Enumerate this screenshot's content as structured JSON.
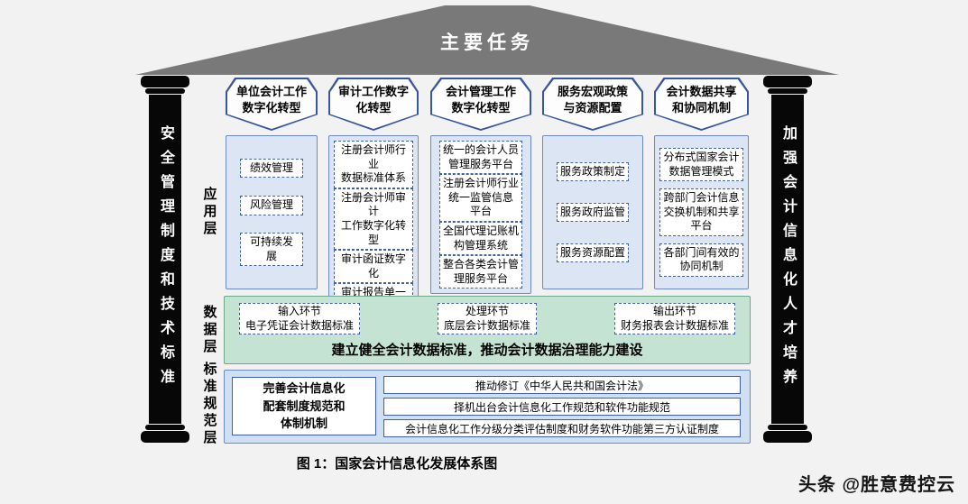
{
  "roof": {
    "title": "主要任务"
  },
  "pillars": {
    "left": "安全管理制度和技术标准",
    "right": "加强会计信息化人才培养"
  },
  "layer_labels": {
    "app": "应用层",
    "data": "数据层",
    "standard": "标准规范层"
  },
  "app_layer": {
    "columns": [
      {
        "header": "单位会计工作\n数字化转型",
        "items": [
          "绩效管理",
          "风险管理",
          "可持续发\n展"
        ]
      },
      {
        "header": "审计工作数字\n化转型",
        "items": [
          "注册会计师行业\n数据标准体系",
          "注册会计师审计\n工作数字化转型",
          "审计函证数字化",
          "审计报告单一来\n源制度"
        ]
      },
      {
        "header": "会计管理工作\n数字化转型",
        "items": [
          "统一的会计人员\n管理服务平台",
          "注册会计师行业\n统一监管信息\n平台",
          "全国代理记账机\n构管理系统",
          "整合各类会计管\n理服务平台"
        ]
      },
      {
        "header": "服务宏观政策\n与资源配置",
        "items": [
          "服务政策制定",
          "服务政府监管",
          "服务资源配置"
        ]
      },
      {
        "header": "会计数据共享\n和协同机制",
        "items": [
          "分布式国家会计\n数据管理模式",
          "跨部门会计信息\n交换机制和共享\n平台",
          "各部门间有效的\n协同机制"
        ]
      }
    ]
  },
  "data_layer": {
    "boxes": [
      "输入环节\n电子凭证会计数据标准",
      "处理环节\n底层会计数据标准",
      "输出环节\n财务报表会计数据标准"
    ],
    "slogan": "建立健全会计数据标准，推动会计数据治理能力建设"
  },
  "standard_layer": {
    "left_box": "完善会计信息化\n配套制度规范和\n体制机制",
    "rows": [
      "推动修订《中华人民共和国会计法》",
      "择机出台会计信息化工作规范和软件功能规范",
      "会计信息化工作分级分类评估制度和财务软件功能第三方认证制度"
    ]
  },
  "caption": "图 1：国家会计信息化发展体系图",
  "watermark": "头条 @胜意费控云",
  "colors": {
    "roof": "#797979",
    "pillar": "#070707",
    "app_fill": "#dce5f4",
    "blue_border": "#3f5fa8",
    "data_fill": "#c5e3d2",
    "data_border": "#68a987",
    "standard_fill": "#cfe0f2"
  }
}
